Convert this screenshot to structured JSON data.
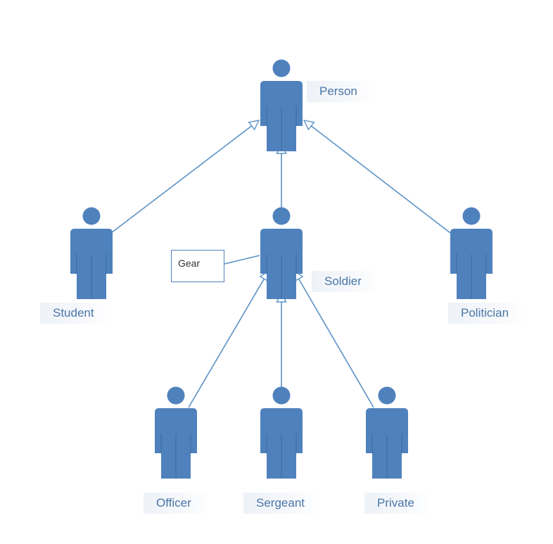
{
  "colors": {
    "figure": "#4f81bd",
    "connector": "#5b93c6",
    "label_text": "#4a76a8"
  },
  "nodes": {
    "person": {
      "label": "Person"
    },
    "student": {
      "label": "Student"
    },
    "soldier": {
      "label": "Soldier"
    },
    "politician": {
      "label": "Politician"
    },
    "officer": {
      "label": "Officer"
    },
    "sergeant": {
      "label": "Sergeant"
    },
    "private": {
      "label": "Private"
    }
  },
  "gear": {
    "label": "Gear"
  }
}
